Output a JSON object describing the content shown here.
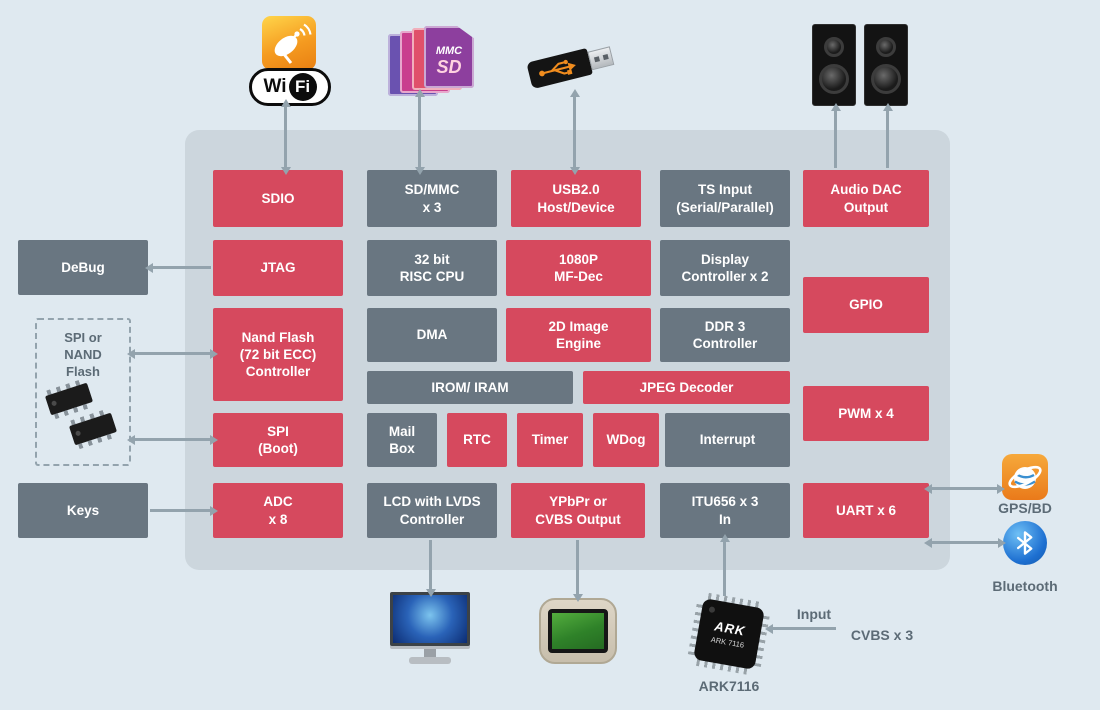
{
  "blocks": {
    "sdio": "SDIO",
    "sd_mmc": "SD/MMC\nx 3",
    "usb2": "USB2.0\nHost/Device",
    "ts_input": "TS Input\n(Serial/Parallel)",
    "audio_dac": "Audio DAC\nOutput",
    "jtag": "JTAG",
    "risc_cpu": "32 bit\nRISC CPU",
    "mf_dec": "1080P\nMF-Dec",
    "display_ctrl": "Display\nController x 2",
    "gpio": "GPIO",
    "nand_ctrl": "Nand Flash\n(72 bit ECC)\nController",
    "dma": "DMA",
    "image_engine": "2D Image\nEngine",
    "ddr3": "DDR 3\nController",
    "irom_iram": "IROM/ IRAM",
    "jpeg": "JPEG Decoder",
    "spi_boot": "SPI\n(Boot)",
    "mailbox": "Mail\nBox",
    "rtc": "RTC",
    "timer": "Timer",
    "wdog": "WDog",
    "interrupt": "Interrupt",
    "pwm": "PWM x 4",
    "adc": "ADC\nx 8",
    "lcd_ctrl": "LCD with LVDS\nController",
    "ypbpr": "YPbPr or\nCVBS Output",
    "itu656": "ITU656 x 3\nIn",
    "uart": "UART x 6"
  },
  "external": {
    "debug": "DeBug",
    "spi_nand": "SPI or\nNAND\nFlash",
    "keys": "Keys"
  },
  "labels": {
    "gps": "GPS/BD",
    "bluetooth": "Bluetooth",
    "ark_chip": "ARK7116",
    "input": "Input",
    "cvbs": "CVBS x 3"
  },
  "icons": {
    "wifi_wi": "Wi",
    "wifi_fi": "Fi",
    "mmc": "MMC",
    "sd": "SD",
    "ark_logo": "ARK",
    "ark_num": "ARK 7116"
  },
  "colors": {
    "background": "#dfe9f0",
    "panel": "#ccd6dd",
    "block_red": "#d6495e",
    "block_gray": "#697681",
    "arrow": "#93a3ad",
    "label_text": "#5c6b76"
  }
}
